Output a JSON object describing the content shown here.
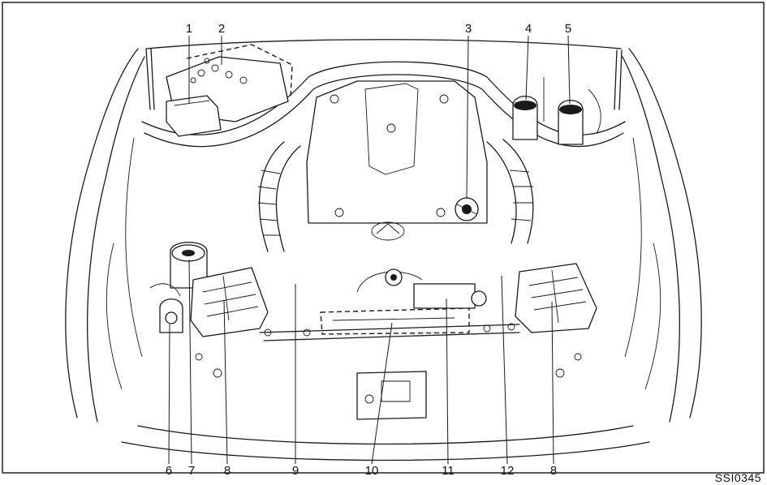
{
  "figure": {
    "image_code": "SSI0345",
    "callouts": [
      "1",
      "2",
      "3",
      "4",
      "5",
      "6",
      "7",
      "8",
      "9",
      "10",
      "11",
      "12",
      "8"
    ]
  }
}
